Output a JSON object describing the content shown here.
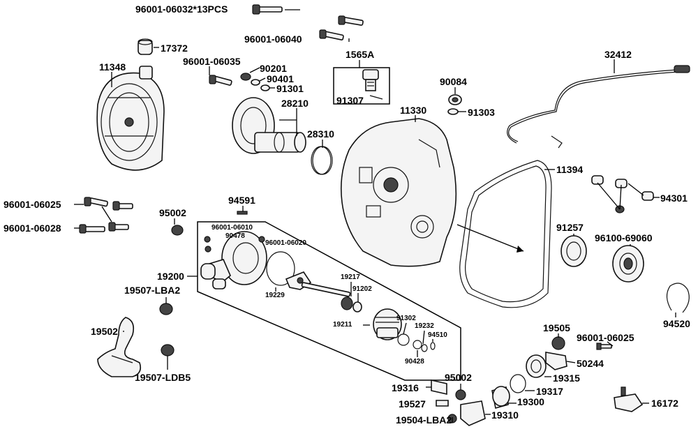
{
  "labels": {
    "l1": "96001-06032*13PCS",
    "l2": "96001-06040",
    "l3": "17372",
    "l4": "1565A",
    "l5": "32412",
    "l6": "11348",
    "l7": "96001-06035",
    "l8": "90201",
    "l9": "90401",
    "l10": "91301",
    "l11": "91307",
    "l12": "90084",
    "l13": "91303",
    "l14": "28210",
    "l15": "11330",
    "l16": "28310",
    "l17": "11394",
    "l18": "96001-06025",
    "l19": "94301",
    "l20": "96001-06028",
    "l21": "95002",
    "l22": "94591",
    "l23": "96001-06010",
    "l24": "90478",
    "l25": "96001-06020",
    "l26": "91257",
    "l27": "96100-69060",
    "l28": "19200",
    "l29": "19507-LBA2",
    "l30": "19229",
    "l31": "19217",
    "l32": "91202",
    "l33": "94520",
    "l34": "91302",
    "l35": "19232",
    "l36": "19211",
    "l37": "94510",
    "l38": "19502",
    "l39": "90428",
    "l40": "19505",
    "l41": "96001-06025",
    "l42": "50244",
    "l43": "19507-LDB5",
    "l44": "95002",
    "l45": "19315",
    "l46": "19316",
    "l47": "19317",
    "l48": "19527",
    "l49": "19300",
    "l50": "19504-LBA2",
    "l51": "19310",
    "l52": "16172"
  }
}
